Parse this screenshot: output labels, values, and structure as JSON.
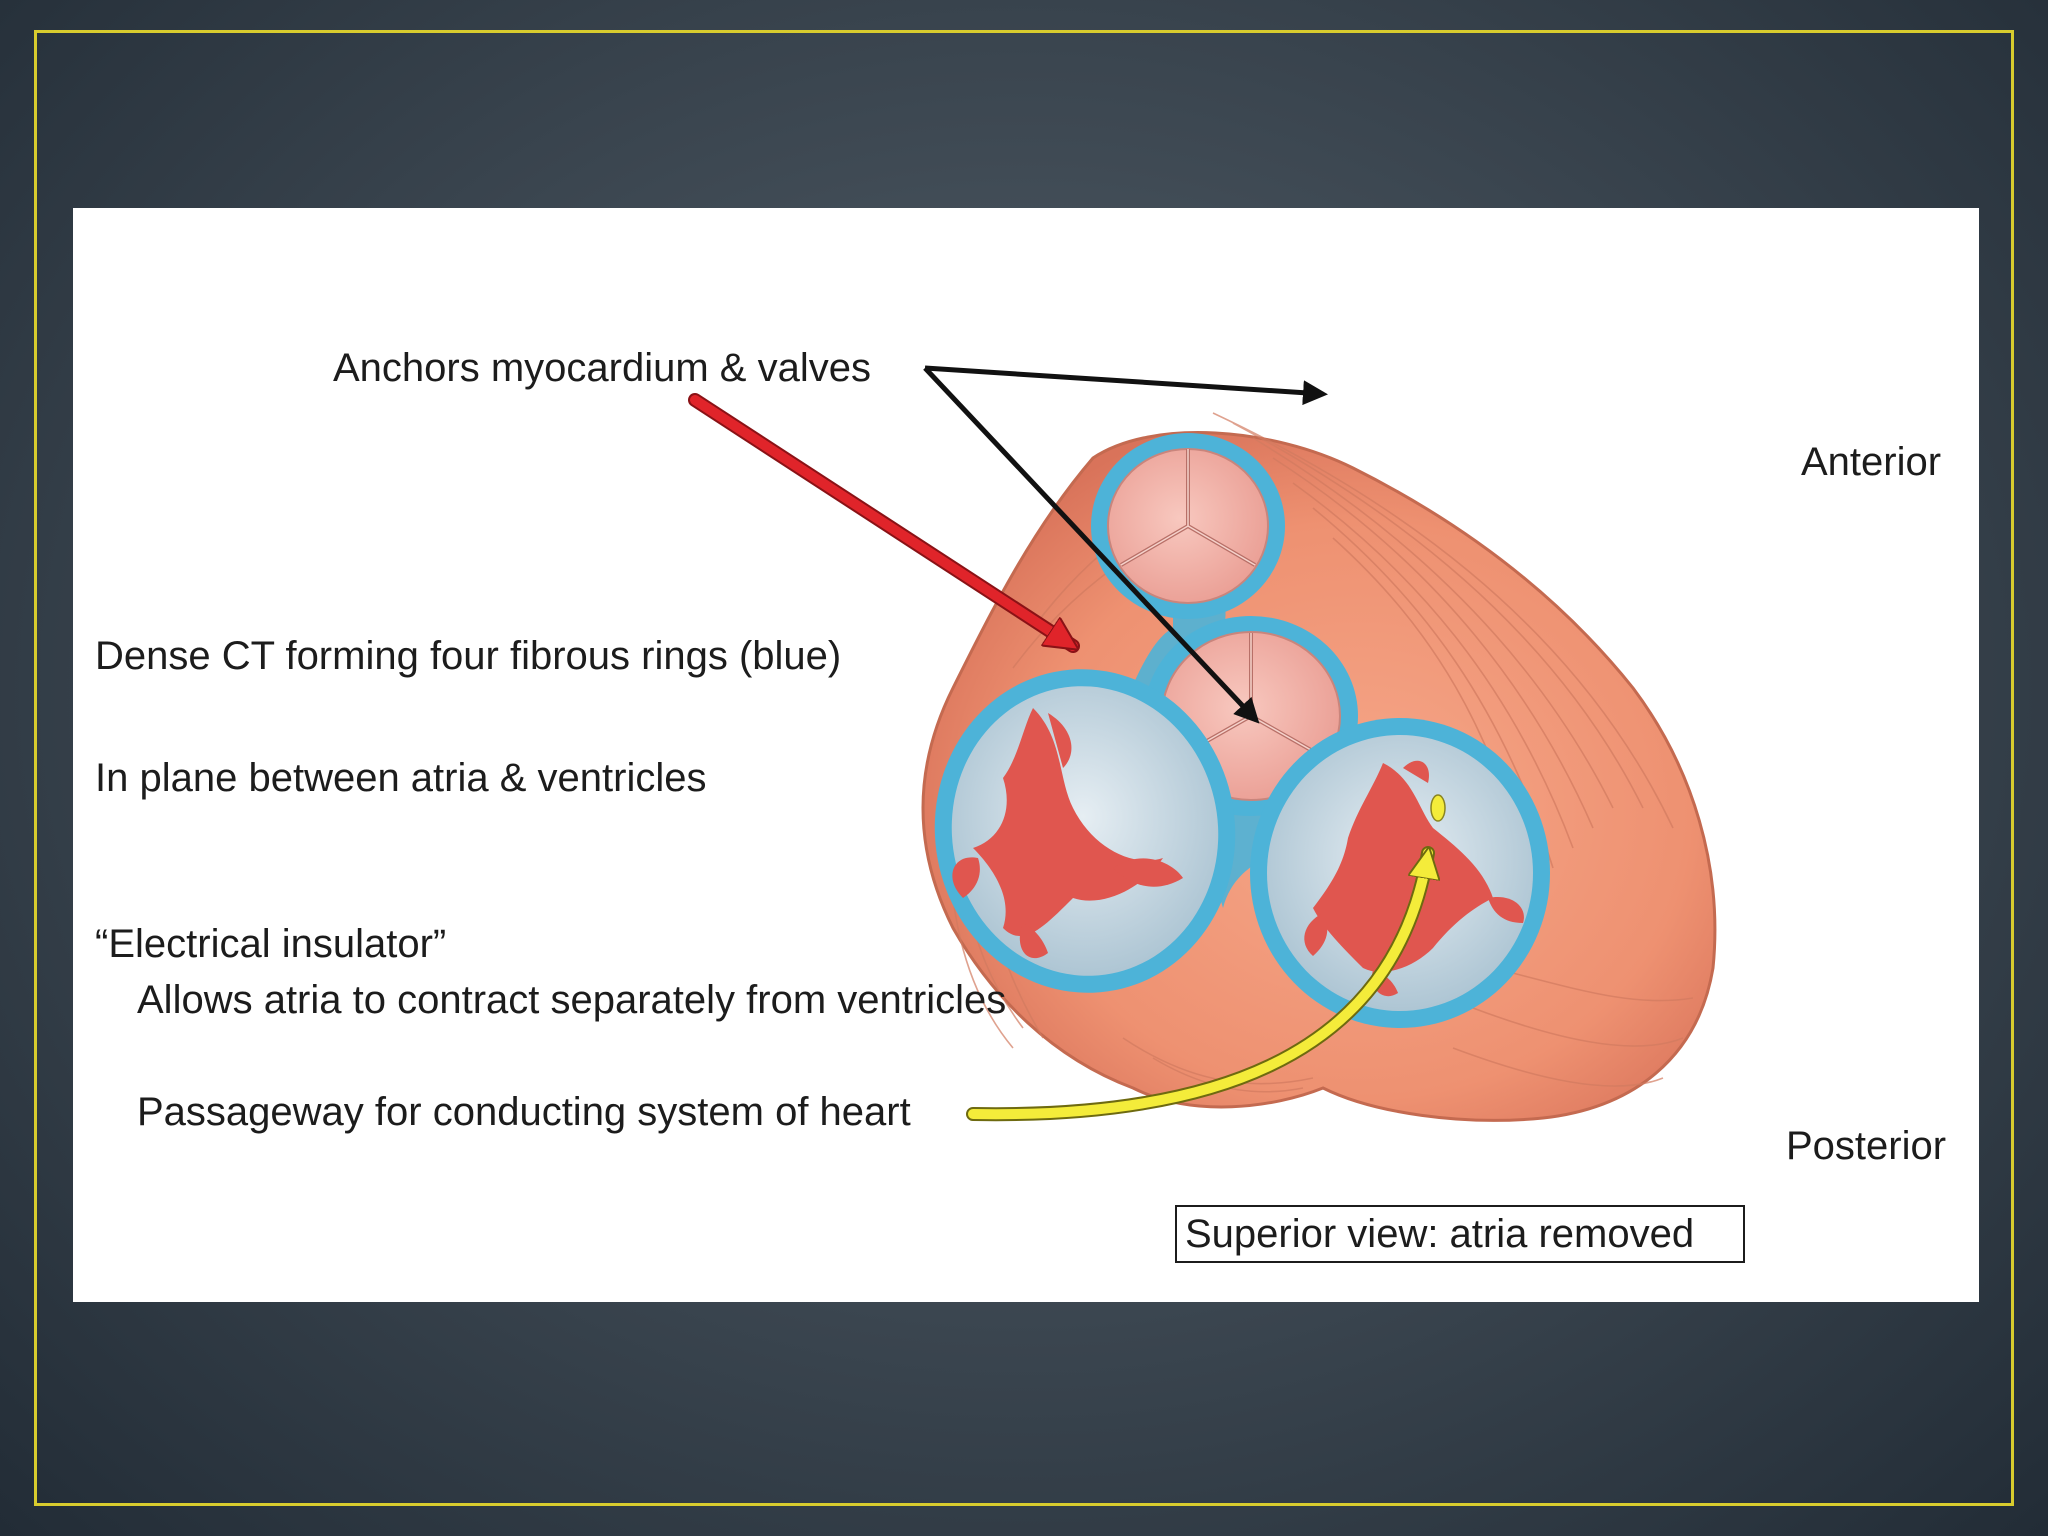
{
  "labels": {
    "anchors": "Anchors myocardium & valves",
    "dense_ct": "Dense CT forming four fibrous rings (blue)",
    "in_plane": "In plane between atria & ventricles",
    "insulator": "“Electrical insulator”",
    "allows": "Allows atria to contract separately from ventricles",
    "passageway": "Passageway for conducting system of heart",
    "anterior": "Anterior",
    "posterior": "Posterior",
    "caption": "Superior view: atria removed"
  },
  "colors": {
    "frame_border": "#d8cc2e",
    "myocardium": "#f09a7c",
    "fibrous_ring": "#4db3d8",
    "valve": "#f3b3aa",
    "red_arrow": "#e0242a",
    "yellow_arrow": "#f4ec3a",
    "black_arrow": "#111111"
  }
}
